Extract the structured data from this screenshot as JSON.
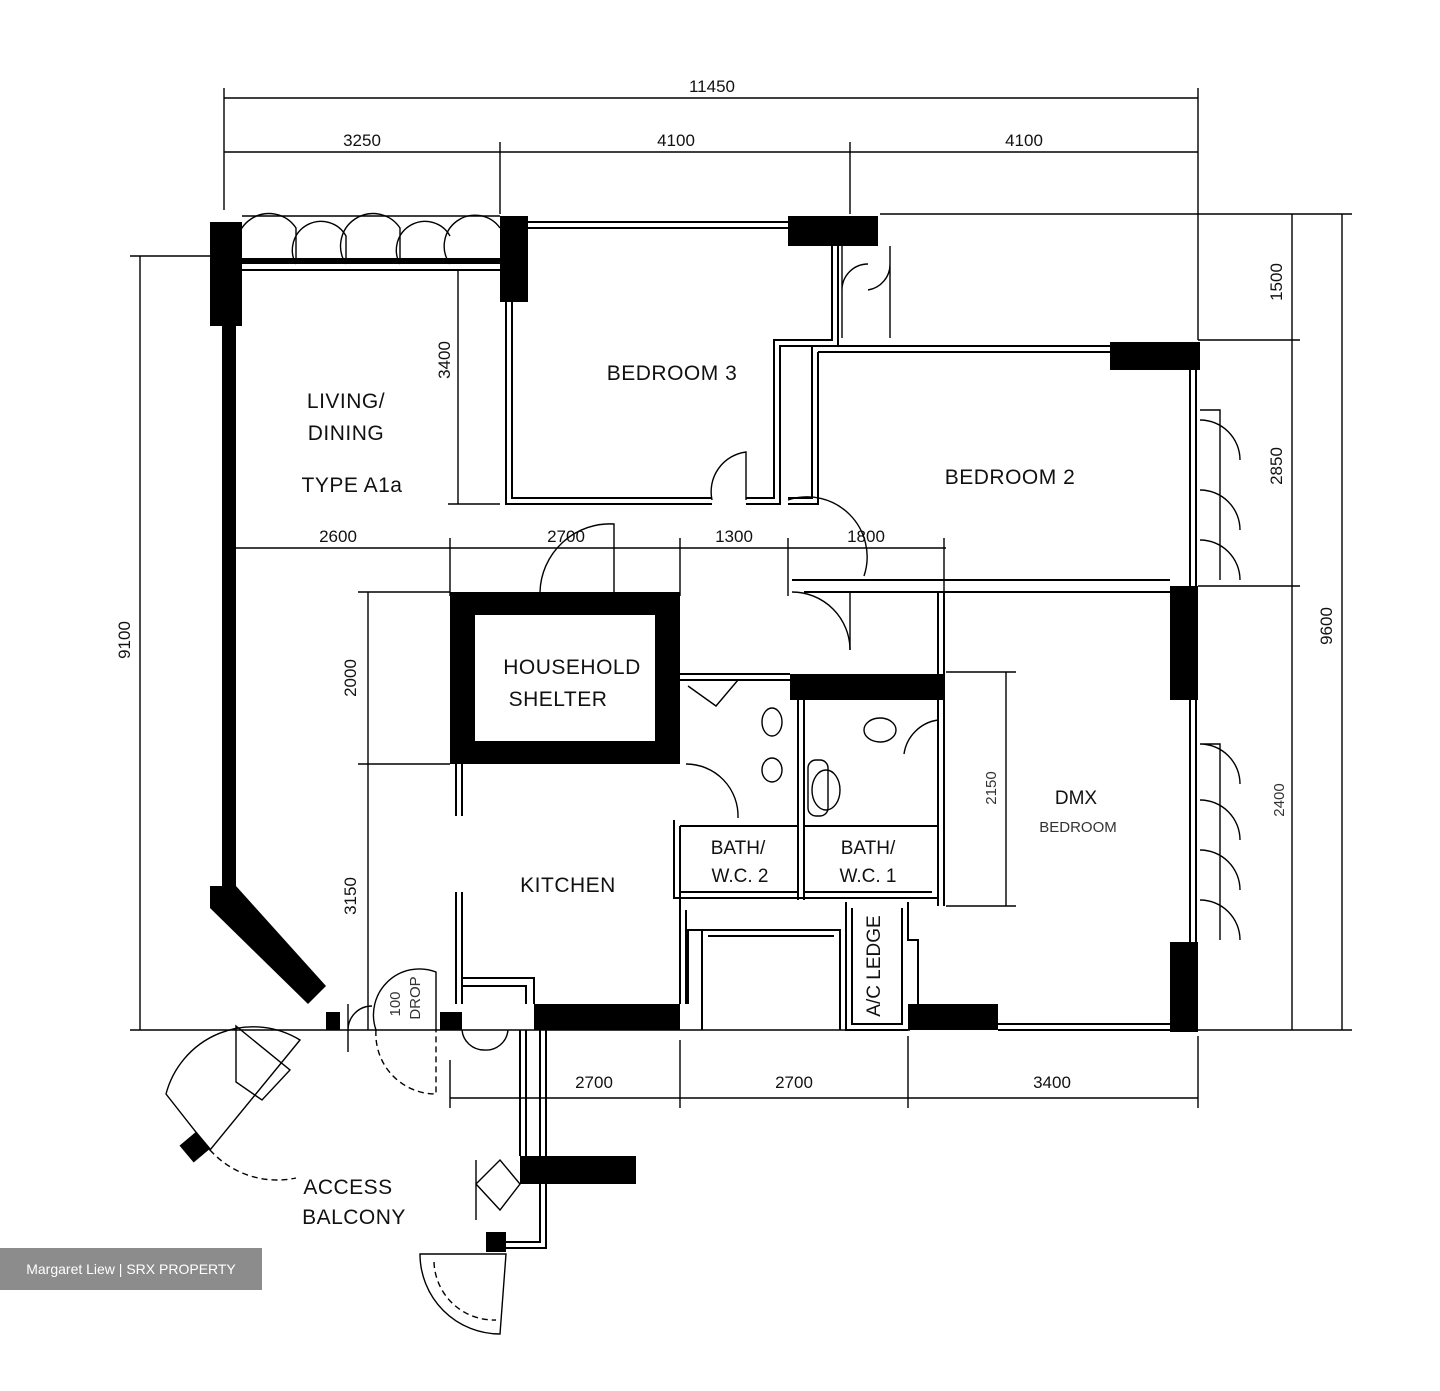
{
  "dimensions": {
    "top_total": "11450",
    "top_left": "3250",
    "top_mid": "4100",
    "top_right": "4100",
    "right_top": "1500",
    "right_mid": "2850",
    "right_total": "9600",
    "left_total": "9100",
    "living_height": "3400",
    "shelter_height": "2000",
    "kitchen_height": "3150",
    "row_a": "2600",
    "row_b": "2700",
    "row_c": "1300",
    "row_d": "1800",
    "bottom_a": "2700",
    "bottom_b": "2700",
    "bottom_c": "3400",
    "master_inner": "2150",
    "right_low": "2400"
  },
  "rooms": {
    "living_line1": "LIVING/",
    "living_line2": "DINING",
    "type": "TYPE A1a",
    "bedroom3": "BEDROOM 3",
    "bedroom2": "BEDROOM 2",
    "shelter_line1": "HOUSEHOLD",
    "shelter_line2": "SHELTER",
    "kitchen": "KITCHEN",
    "bath2_line1": "BATH/",
    "bath2_line2": "W.C. 2",
    "bath1_line1": "BATH/",
    "bath1_line2": "W.C. 1",
    "master_line1": "DMX",
    "master_line2": "BEDROOM",
    "ac_ledge": "A/C LEDGE",
    "refuse_drop": "DROP",
    "refuse_num": "100",
    "access_line1": "ACCESS",
    "access_line2": "BALCONY"
  },
  "watermark": "Margaret Liew | SRX PROPERTY"
}
